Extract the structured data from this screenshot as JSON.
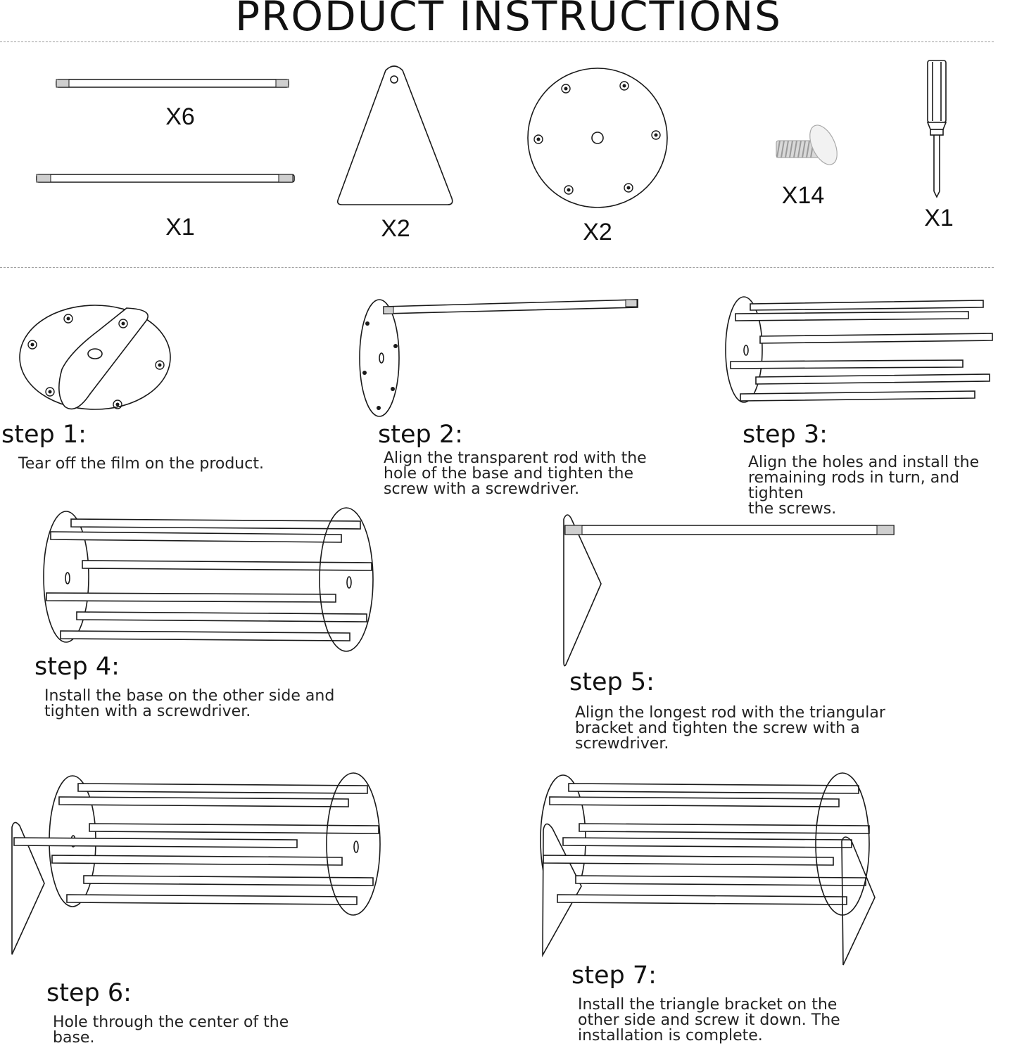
{
  "page": {
    "title": "PRODUCT INSTRUCTIONS"
  },
  "parts": [
    {
      "name": "short-rod",
      "quantity": "X6"
    },
    {
      "name": "long-rod",
      "quantity": "X1"
    },
    {
      "name": "triangle-bracket",
      "quantity": "X2"
    },
    {
      "name": "round-base",
      "quantity": "X2"
    },
    {
      "name": "screw",
      "quantity": "X14"
    },
    {
      "name": "screwdriver",
      "quantity": "X1"
    }
  ],
  "steps": [
    {
      "label": "step 1:",
      "desc": [
        "Tear off the film on the product."
      ]
    },
    {
      "label": "step 2:",
      "desc": [
        "Align the transparent rod with the",
        "hole of the base and tighten the",
        "screw with a screwdriver."
      ]
    },
    {
      "label": "step 3:",
      "desc": [
        "Align the holes and install the",
        "remaining rods in turn, and tighten",
        "the screws."
      ]
    },
    {
      "label": "step 4:",
      "desc": [
        "Install the base on the other side and",
        "tighten with a screwdriver."
      ]
    },
    {
      "label": "step 5:",
      "desc": [
        "Align the longest rod with the triangular",
        "bracket and tighten the screw with a",
        "screwdriver."
      ]
    },
    {
      "label": "step 6:",
      "desc": [
        "Hole through the center of the",
        "base."
      ]
    },
    {
      "label": "step 7:",
      "desc": [
        "Install the triangle bracket on the",
        "other side and screw it down. The",
        "installation is complete."
      ]
    }
  ]
}
